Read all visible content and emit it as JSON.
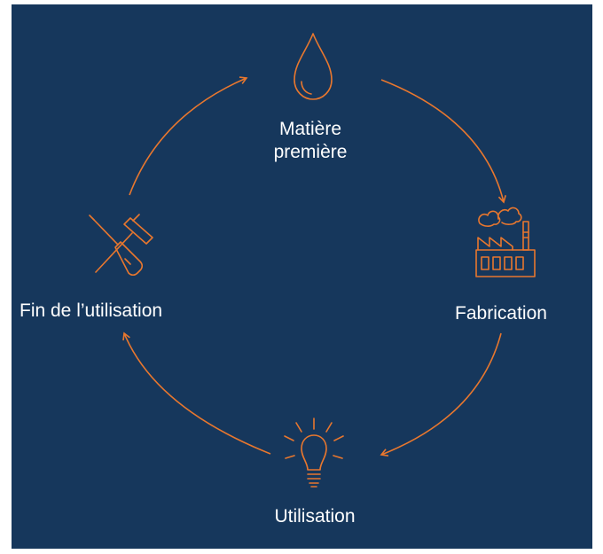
{
  "diagram": {
    "colors": {
      "background": "#16375c",
      "accent": "#e8772e",
      "text": "#ffffff"
    },
    "stages": {
      "raw_material": {
        "label_line1": "Matière",
        "label_line2": "première",
        "icon": "water-drop-icon"
      },
      "manufacturing": {
        "label": "Fabrication",
        "icon": "factory-icon"
      },
      "usage": {
        "label": "Utilisation",
        "icon": "light-bulb-icon"
      },
      "end_of_use": {
        "label": "Fin de l’utilisation",
        "icon": "tools-icon"
      }
    }
  }
}
